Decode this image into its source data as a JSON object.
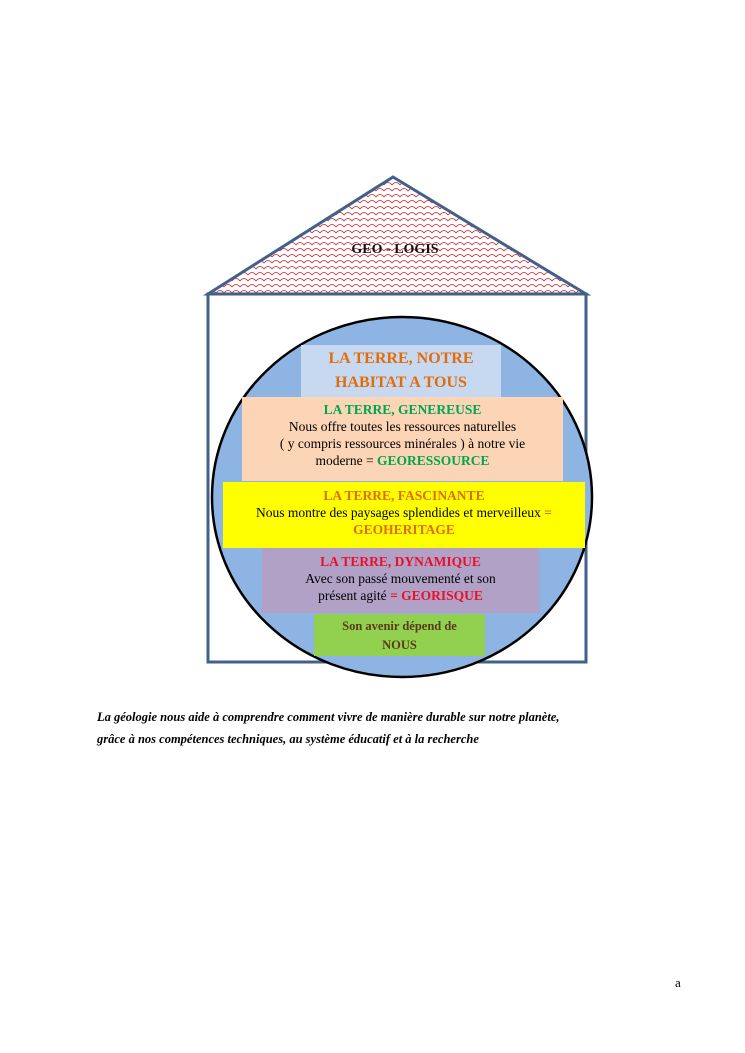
{
  "roof": {
    "title": "GEO - LOGIS"
  },
  "blocks": {
    "habitat": {
      "line1": "LA TERRE, NOTRE",
      "line2": "HABITAT  A TOUS"
    },
    "genereuse": {
      "title": "LA TERRE, GENEREUSE",
      "line1": "Nous offre toutes les ressources naturelles",
      "line2": "( y compris ressources minérales ) à notre vie",
      "line3": "moderne = ",
      "tag": "GEORESSOURCE"
    },
    "fascinante": {
      "title": "LA TERRE, FASCINANTE",
      "line1": "Nous montre  des paysages splendides et merveilleux ",
      "eq": "=",
      "tag": "GEOHERITAGE"
    },
    "dynamique": {
      "title": "LA TERRE, DYNAMIQUE",
      "line1": "Avec son passé mouvementé et son",
      "line2": "présent agité ",
      "tag": "= GEORISQUE"
    },
    "avenir": {
      "line1": "Son avenir dépend de",
      "line2": "NOUS"
    }
  },
  "caption": {
    "line1": "La géologie  nous aide à comprendre comment vivre de manière durable sur notre planète,",
    "line2": "grâce à nos compétences techniques, au système éducatif et à la recherche"
  },
  "page_number": "a",
  "colors": {
    "outline": "#41608a",
    "circle": "#8eb4e3",
    "habitat": "#c6d9f1",
    "peach": "#fbd5b5",
    "yellow": "#ffff00",
    "purple": "#b2a1c7",
    "green": "#92d050",
    "orange_text": "#e36c0a",
    "green_text": "#00a550",
    "red_text": "#e8102a"
  }
}
